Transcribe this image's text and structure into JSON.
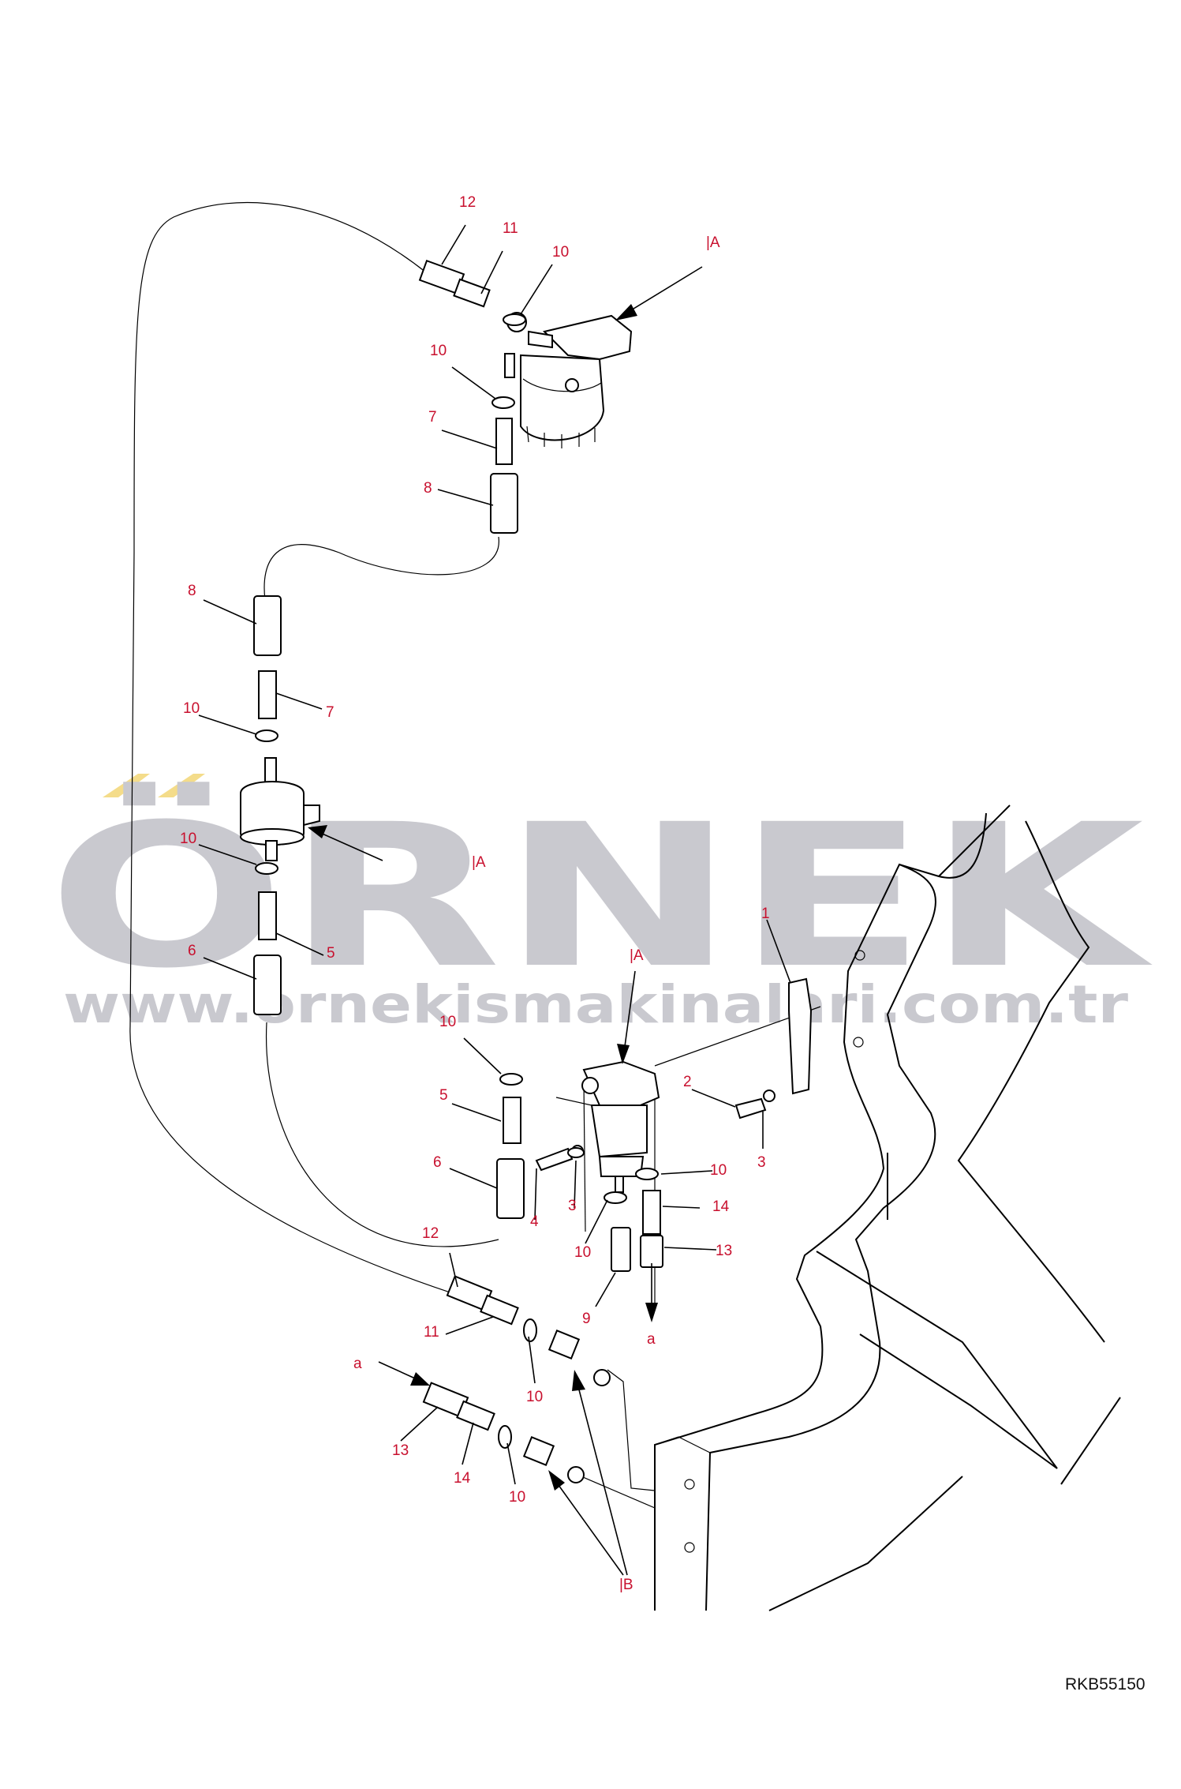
{
  "watermark": {
    "brand": "ÖRNEK",
    "url": "www.ornekismakinalari.com.tr",
    "accent_color": "#f4dc8a",
    "color": "#c9c9cf"
  },
  "drawing_code": "RKB55150",
  "callout_color": "#c8102e",
  "callouts": {
    "c12a": "12",
    "c11a": "11",
    "c10a": "10",
    "cAa": "|A",
    "c10b": "10",
    "c7a": "7",
    "c8a": "8",
    "c8b": "8",
    "c7b": "7",
    "c10c": "10",
    "c10d": "10",
    "cAb": "|A",
    "c6a": "6",
    "c5a": "5",
    "cAc": "|A",
    "c1": "1",
    "c10e": "10",
    "c5b": "5",
    "c2": "2",
    "c3a": "3",
    "c6b": "6",
    "c3b": "3",
    "c4": "4",
    "c10f": "10",
    "c14a": "14",
    "c10g": "10",
    "c13a": "13",
    "c12b": "12",
    "c9": "9",
    "ca1": "a",
    "c11b": "11",
    "c10h": "10",
    "ca2": "a",
    "c13b": "13",
    "c14b": "14",
    "c10i": "10",
    "cB": "|B"
  }
}
